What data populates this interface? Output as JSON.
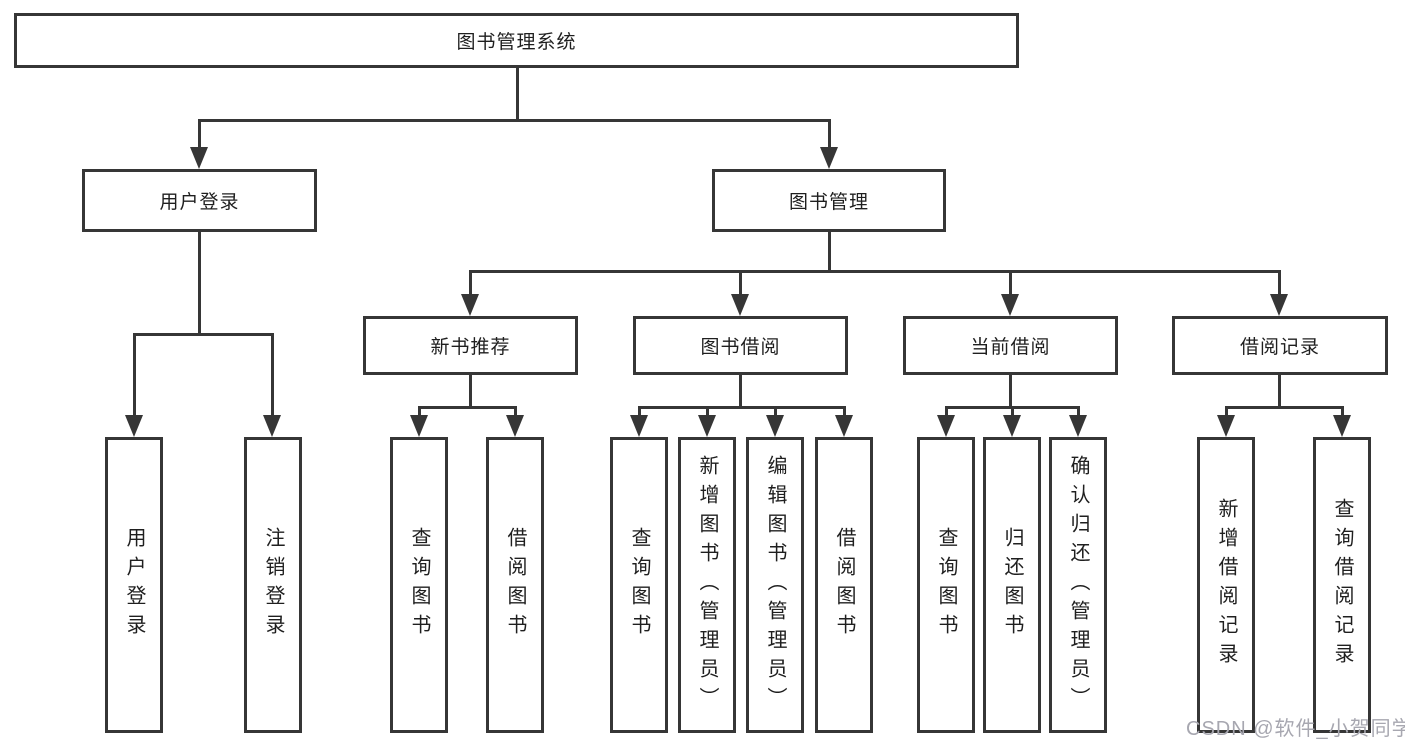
{
  "diagram": {
    "title": "图书管理系统",
    "root": {
      "label": "图书管理系统"
    },
    "level2": {
      "user_login": {
        "label": "用户登录"
      },
      "book_mgmt": {
        "label": "图书管理"
      }
    },
    "level3": {
      "new_books": {
        "label": "新书推荐"
      },
      "book_borrow": {
        "label": "图书借阅"
      },
      "current_borrow": {
        "label": "当前借阅"
      },
      "borrow_records": {
        "label": "借阅记录"
      }
    },
    "leaves": {
      "user_login_leaf": {
        "label": "用户登录"
      },
      "logout": {
        "label": "注销登录"
      },
      "nb_query": {
        "label": "查询图书"
      },
      "nb_borrow": {
        "label": "借阅图书"
      },
      "bb_query": {
        "label": "查询图书"
      },
      "bb_add": {
        "label": "新增图书（管理员）"
      },
      "bb_edit": {
        "label": "编辑图书（管理员）"
      },
      "bb_borrow": {
        "label": "借阅图书"
      },
      "cb_query": {
        "label": "查询图书"
      },
      "cb_return": {
        "label": "归还图书"
      },
      "cb_confirm": {
        "label": "确认归还（管理员）"
      },
      "br_add": {
        "label": "新增借阅记录"
      },
      "br_query": {
        "label": "查询借阅记录"
      }
    }
  },
  "watermark": {
    "text": "CSDN @软件_小贺同学"
  },
  "colors": {
    "line": "#363636",
    "text": "#1f1f1f",
    "watermark": "#a7a7b0",
    "background": "#ffffff"
  }
}
